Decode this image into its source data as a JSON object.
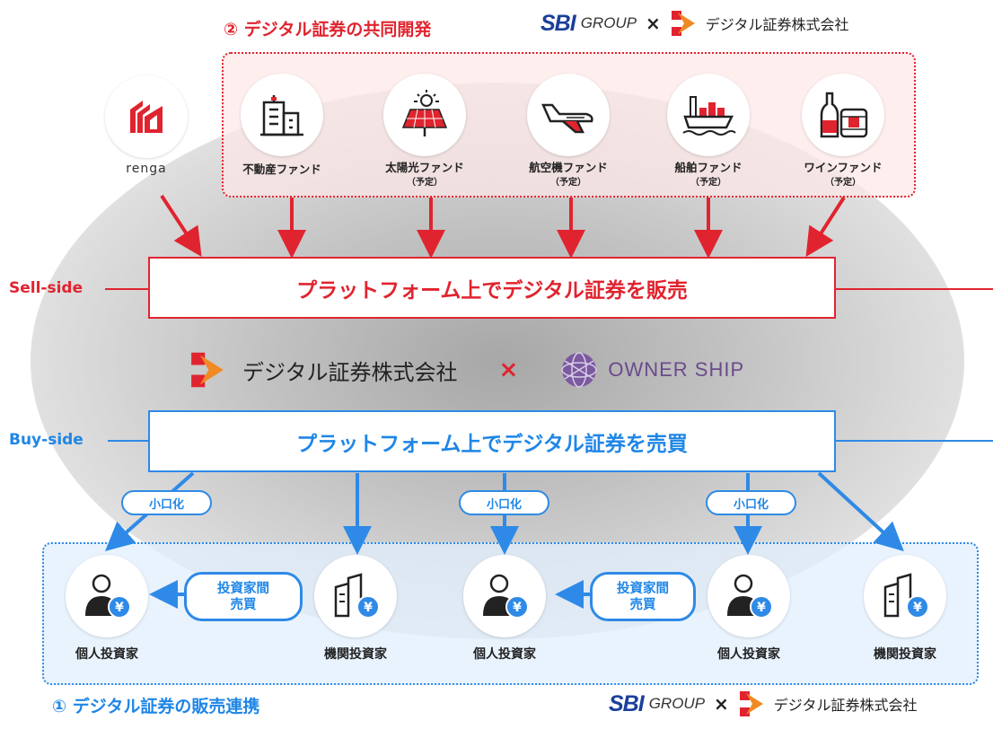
{
  "dev_section": {
    "heading": "② デジタル証券の共同開発",
    "partner_sbi": "SBI",
    "partner_group": "GROUP",
    "times": "×",
    "partner_company": "デジタル証券株式会社"
  },
  "renga": {
    "label": "renga"
  },
  "funds": [
    {
      "label": "不動産ファンド",
      "note": "",
      "icon": "building-icon"
    },
    {
      "label": "太陽光ファンド",
      "note": "（予定）",
      "icon": "solar-panel-icon"
    },
    {
      "label": "航空機ファンド",
      "note": "（予定）",
      "icon": "airplane-icon"
    },
    {
      "label": "船舶ファンド",
      "note": "（予定）",
      "icon": "ship-icon"
    },
    {
      "label": "ワインファンド",
      "note": "（予定）",
      "icon": "wine-icon"
    }
  ],
  "sell": {
    "side_label": "Sell-side",
    "bar_text": "プラットフォーム上でデジタル証券を販売"
  },
  "platform": {
    "company": "デジタル証券株式会社",
    "times": "×",
    "ownership": "OWNER SHIP"
  },
  "buy": {
    "side_label": "Buy-side",
    "bar_text": "プラットフォーム上でデジタル証券を売買"
  },
  "fractional_label": "小口化",
  "trade_label": "投資家間\n売買",
  "investors": [
    {
      "label": "個人投資家",
      "type": "individual"
    },
    {
      "label": "機関投資家",
      "type": "institutional"
    },
    {
      "label": "個人投資家",
      "type": "individual"
    },
    {
      "label": "個人投資家",
      "type": "individual"
    },
    {
      "label": "機関投資家",
      "type": "institutional"
    }
  ],
  "sales_section": {
    "heading": "① デジタル証券の販売連携",
    "partner_sbi": "SBI",
    "partner_group": "GROUP",
    "times": "×",
    "partner_company": "デジタル証券株式会社"
  },
  "colors": {
    "red": "#e0242f",
    "blue": "#2e8ae6",
    "navy": "#1b3f9c",
    "purple": "#6b4a8c"
  }
}
